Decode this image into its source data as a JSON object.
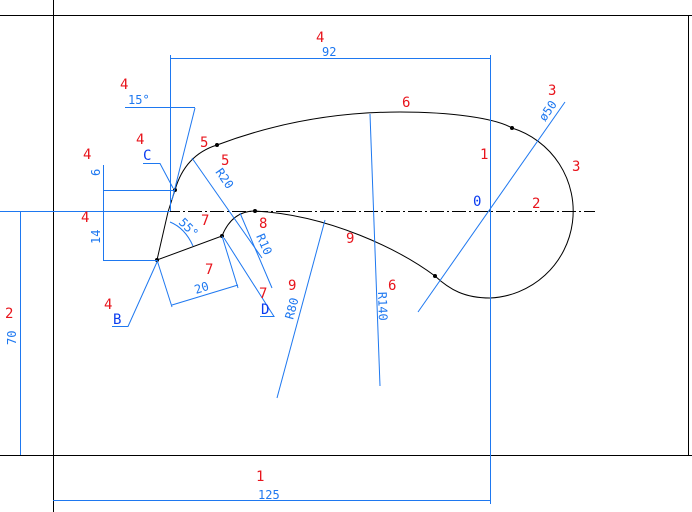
{
  "dimensions": {
    "d92": "92",
    "d125": "125",
    "d70": "70",
    "d15": "15°",
    "d6": "6",
    "d14": "14",
    "d55": "55°",
    "d20": "20",
    "r20": "R20",
    "r10": "R10",
    "r80": "R80",
    "r140": "R140",
    "phi50": "ø50"
  },
  "points": {
    "o": "0",
    "b": "B",
    "c": "C",
    "d": "D"
  },
  "step_labels": {
    "s92": "4",
    "s125": "1",
    "s70": "2",
    "s15": "4",
    "sC": "4",
    "s6": "4",
    "s14": "4",
    "sB": "4",
    "s5a": "5",
    "s5b": "5",
    "s7a": "7",
    "s8": "8",
    "s7b": "7",
    "s7c": "7",
    "s9a": "9",
    "s9b": "9",
    "s6a": "6",
    "s6b": "6",
    "s1": "1",
    "s2": "2",
    "s3a": "3",
    "s3b": "3"
  },
  "colors": {
    "step": "#e8141c",
    "point": "#0a3cf0",
    "dimension": "#1e78f0",
    "geometry": "#000000"
  }
}
